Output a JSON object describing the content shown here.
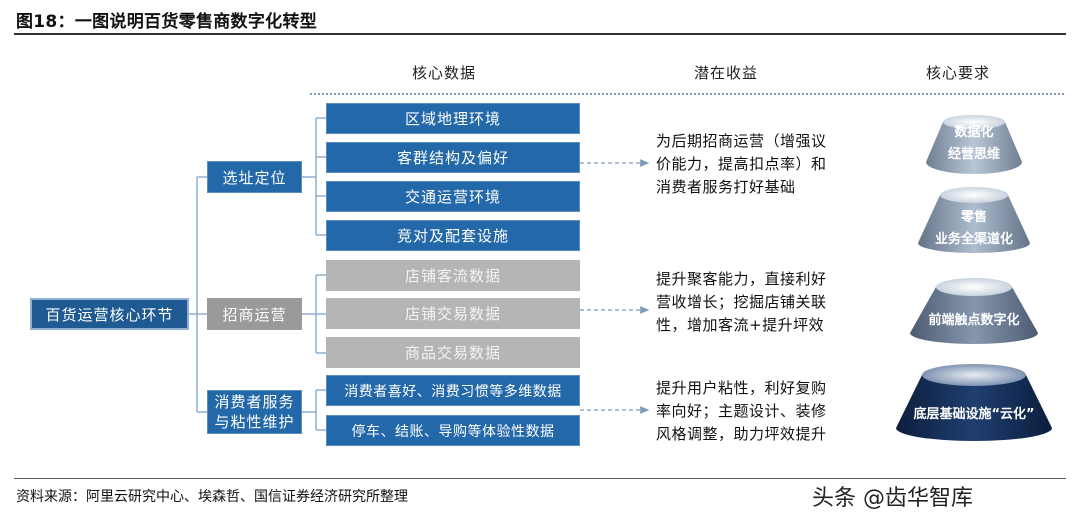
{
  "title": "图18：一图说明百货零售商数字化转型",
  "headers": {
    "core_data": "核心数据",
    "potential_benefit": "潜在收益",
    "core_requirement": "核心要求"
  },
  "root": "百货运营核心环节",
  "categories": [
    {
      "label": "选址定位",
      "items": [
        "区域地理环境",
        "客群结构及偏好",
        "交通运营环境",
        "竞对及配套设施"
      ],
      "benefit_lines": [
        "为后期招商运营（增强议",
        "价能力，提高扣点率）和",
        "消费者服务打好基础"
      ]
    },
    {
      "label": "招商运营",
      "items": [
        "店铺客流数据",
        "店铺交易数据",
        "商品交易数据"
      ],
      "benefit_lines": [
        "提升聚客能力，直接利好",
        "营收增长；挖掘店铺关联",
        "性，增加客流+提升坪效"
      ]
    },
    {
      "label_lines": [
        "消费者服务",
        "与粘性维护"
      ],
      "items": [
        "消费者喜好、消费习惯等多维数据",
        "停车、结账、导购等体验性数据"
      ],
      "benefit_lines": [
        "提升用户粘性，利好复购",
        "率向好；主题设计、装修",
        "风格调整，助力坪效提升"
      ]
    }
  ],
  "requirements": [
    {
      "lines": [
        "数据化",
        "经营思维"
      ]
    },
    {
      "lines": [
        "零售",
        "业务全渠道化"
      ]
    },
    {
      "lines": [
        "前端触点数字化"
      ]
    },
    {
      "lines": [
        "底层基础设施“云化”"
      ]
    }
  ],
  "source": "资料来源：阿里云研究中心、埃森哲、国信证券经济研究所整理",
  "watermark": "头条 @齿华智库",
  "colors": {
    "blue": "#2368a8",
    "gray": "#b5b5b5",
    "navy": "#1f5b92"
  }
}
